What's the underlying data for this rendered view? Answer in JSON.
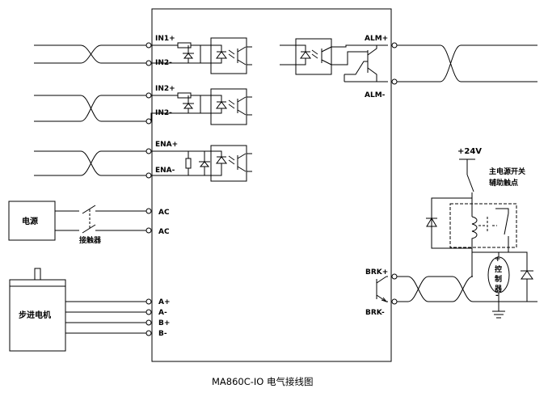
{
  "driver": {
    "inputs": [
      {
        "plus": "IN1+",
        "minus": "IN2-"
      },
      {
        "plus": "IN2+",
        "minus": "IN2-"
      },
      {
        "plus": "ENA+",
        "minus": "ENA-"
      }
    ],
    "ac": [
      "AC",
      "AC"
    ],
    "motor_pins": [
      "A+",
      "A-",
      "B+",
      "B-"
    ],
    "alarm": {
      "plus": "ALM+",
      "minus": "ALM-"
    },
    "brake": {
      "plus": "BRK+",
      "minus": "BRK-"
    }
  },
  "power_source": "电源",
  "contactor": "接触器",
  "motor": "步进电机",
  "supply_voltage": "+24V",
  "aux_contact": {
    "line1": "主电源开关",
    "line2": "辅助触点"
  },
  "controller": {
    "c1": "控",
    "c2": "制",
    "c3": "器"
  },
  "caption": "MA860C-IO 电气接线图"
}
